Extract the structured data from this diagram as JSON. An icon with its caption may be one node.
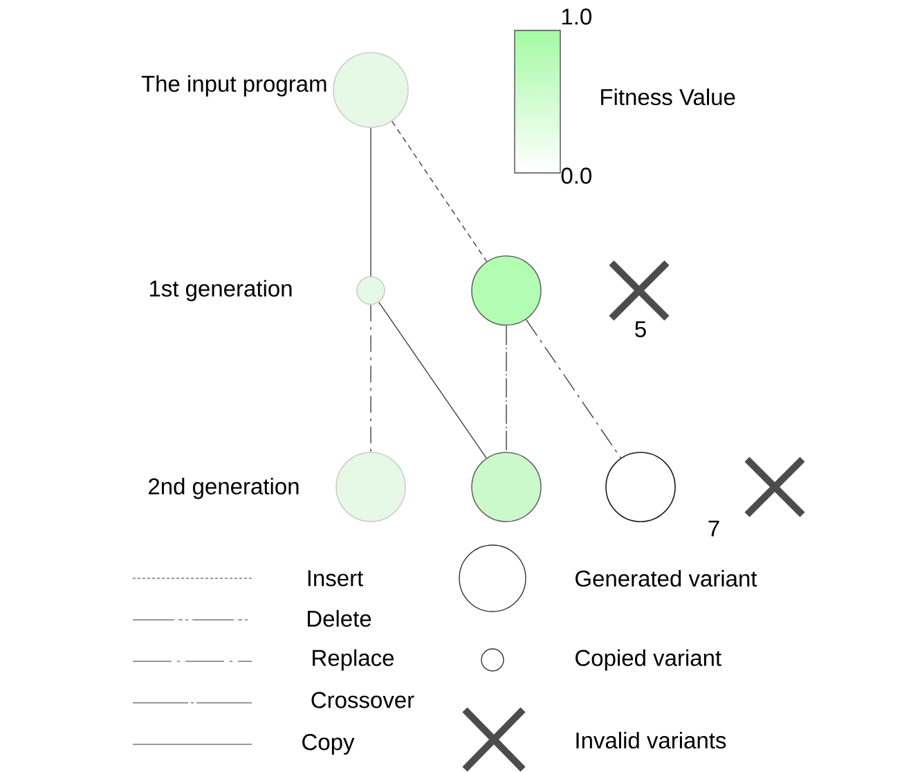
{
  "diagram": {
    "nodes": [
      {
        "text": [],
        "shape": "circle"
      },
      {
        "text": [],
        "shape": "circle"
      },
      {
        "text": [],
        "shape": "circle"
      },
      {
        "text": [],
        "shape": "circle"
      },
      {
        "text": [],
        "shape": "circle"
      },
      {
        "text": [],
        "shape": "circle"
      }
    ],
    "edges": [
      {
        "from": 0,
        "to": 1,
        "arrow": "none"
      },
      {
        "from": 0,
        "to": 2,
        "arrow": "none",
        "style": "dashed"
      },
      {
        "from": 1,
        "to": 3,
        "arrow": "none",
        "style": "dashed"
      },
      {
        "from": 1,
        "to": 4,
        "arrow": "none"
      },
      {
        "from": 2,
        "to": 4,
        "arrow": "none",
        "style": "dashed"
      },
      {
        "from": 2,
        "to": 5,
        "arrow": "none",
        "style": "dashed"
      }
    ],
    "labels": [
      "1.0",
      "The input program",
      "Fitness Value",
      "0.0",
      "1st generation",
      "5",
      "2nd generation",
      "7"
    ],
    "legend": [
      {
        "text": "Insert"
      },
      {
        "text": "Delete"
      },
      {
        "text": "Replace"
      },
      {
        "text": "Crossover"
      },
      {
        "text": "Copy"
      },
      {
        "text": "Generated variant"
      },
      {
        "text": "Copied variant"
      },
      {
        "text": "Invalid variants"
      }
    ]
  }
}
